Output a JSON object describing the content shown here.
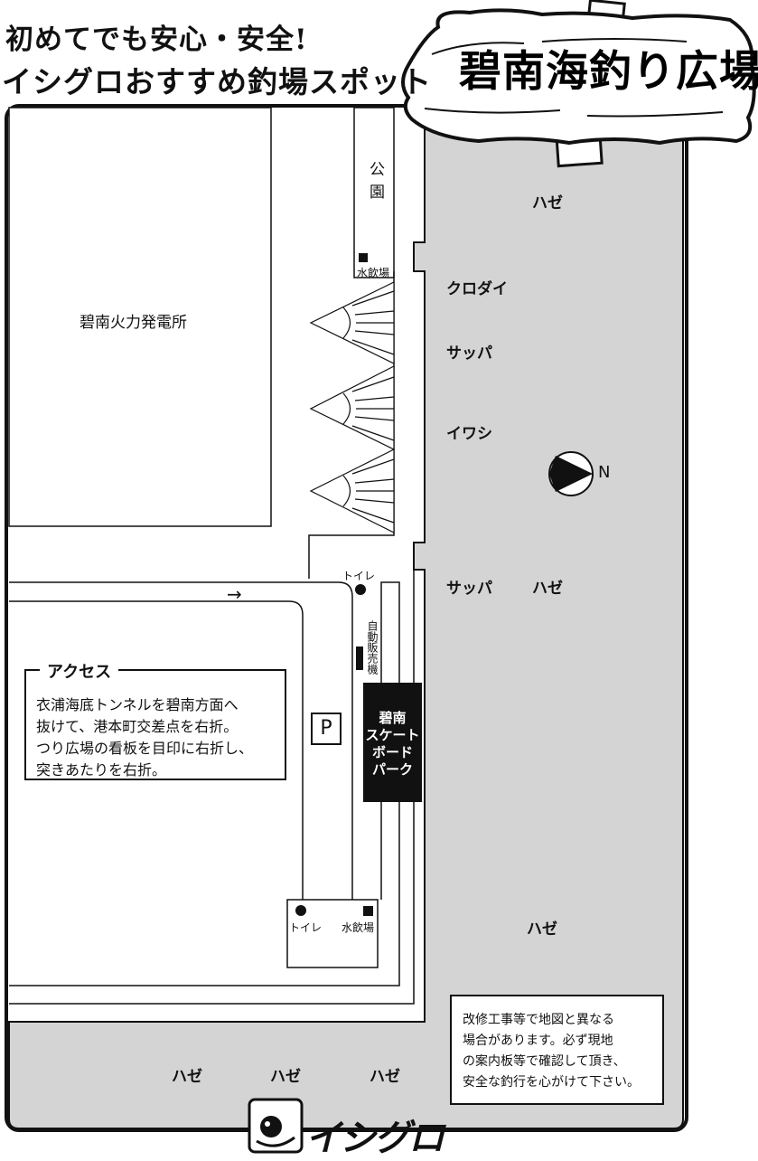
{
  "header": {
    "tagline": "初めてでも安心・安全!",
    "subtitle": "イシグロおすすめ釣場スポット"
  },
  "sign": {
    "title": "碧南海釣り広場"
  },
  "map": {
    "power_plant": "碧南火力発電所",
    "park": "公園",
    "fountain_top": "水飲場",
    "toilet_top": "トイレ",
    "vending": "自動販売機",
    "parking": "P",
    "skatepark": [
      "碧南",
      "スケート",
      "ボード",
      "パーク"
    ],
    "toilet_bottom": "トイレ",
    "fountain_bottom": "水飲場",
    "direction_arrow": "→",
    "compass_label": "N"
  },
  "fish_labels": {
    "haze_top": "ハゼ",
    "kurodai": "クロダイ",
    "sappa_1": "サッパ",
    "iwashi": "イワシ",
    "sappa_2": "サッパ",
    "haze_mid": "ハゼ",
    "haze_right_low": "ハゼ",
    "haze_bottom_1": "ハゼ",
    "haze_bottom_2": "ハゼ",
    "haze_bottom_3": "ハゼ"
  },
  "access": {
    "title": "アクセス",
    "lines": [
      "衣浦海底トンネルを碧南方面へ",
      "抜けて、港本町交差点を右折。",
      "つり広場の看板を目印に右折し、",
      "突きあたりを右折。"
    ]
  },
  "notice": {
    "lines": [
      "改修工事等で地図と異なる",
      "場合があります。必ず現地",
      "の案内板等で確認して頂き、",
      "安全な釣行を心がけて下さい。"
    ]
  },
  "logo": {
    "text": "イシグロ"
  }
}
